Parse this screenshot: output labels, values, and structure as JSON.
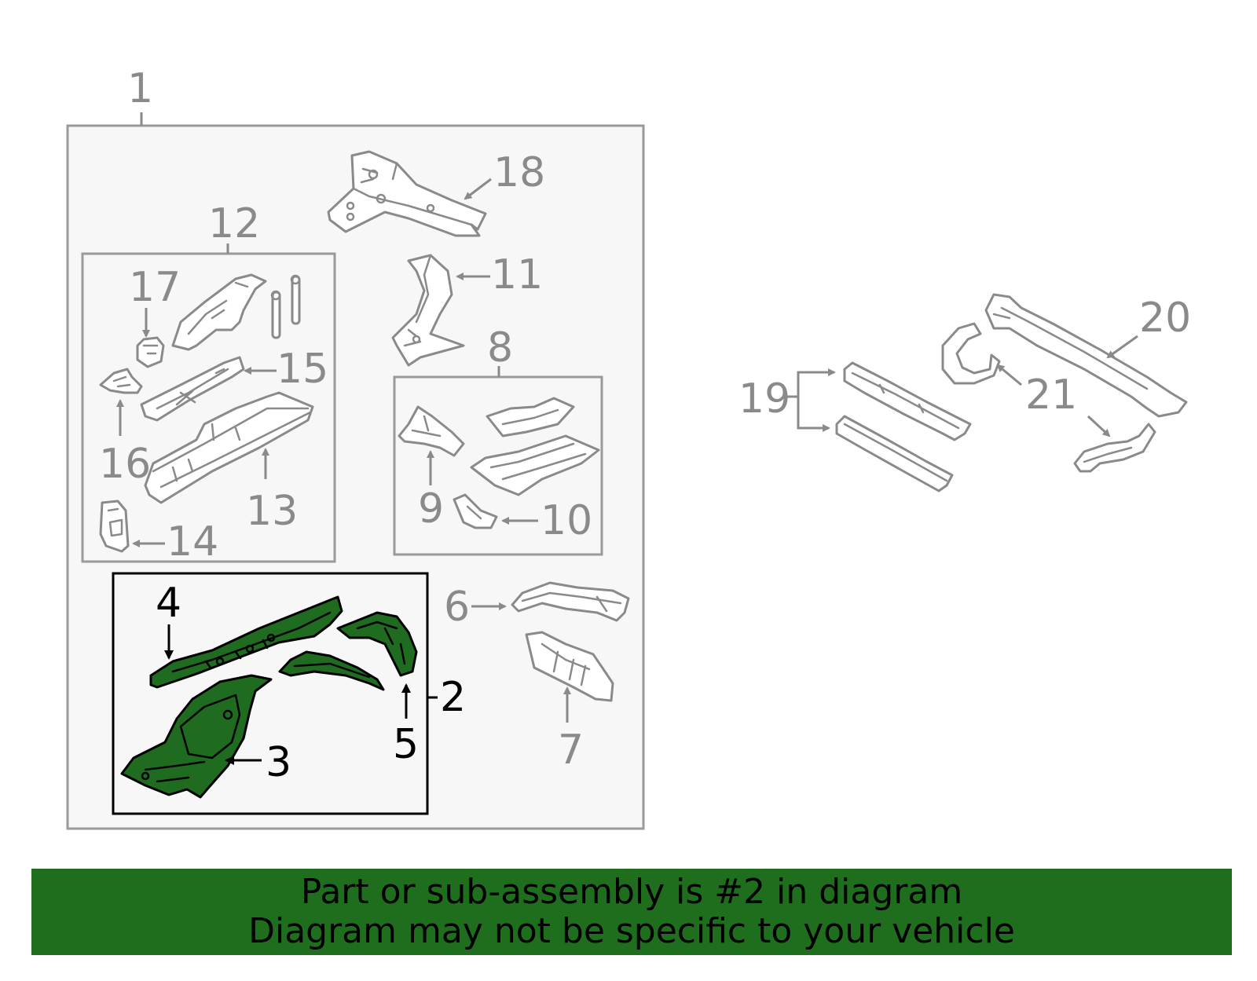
{
  "callouts": {
    "c1": "1",
    "c2": "2",
    "c3": "3",
    "c4": "4",
    "c5": "5",
    "c6": "6",
    "c7": "7",
    "c8": "8",
    "c9": "9",
    "c10": "10",
    "c11": "11",
    "c12": "12",
    "c13": "13",
    "c14": "14",
    "c15": "15",
    "c16": "16",
    "c17": "17",
    "c18": "18",
    "c19": "19",
    "c20": "20",
    "c21": "21"
  },
  "colors": {
    "highlight_green": "#1e6e1e",
    "line_grey": "#8a8a8a",
    "box_fill": "#f7f7f7"
  },
  "banner": {
    "line1": "Part or sub-assembly is #2 in diagram",
    "line2": "Diagram may not be specific to your vehicle"
  }
}
